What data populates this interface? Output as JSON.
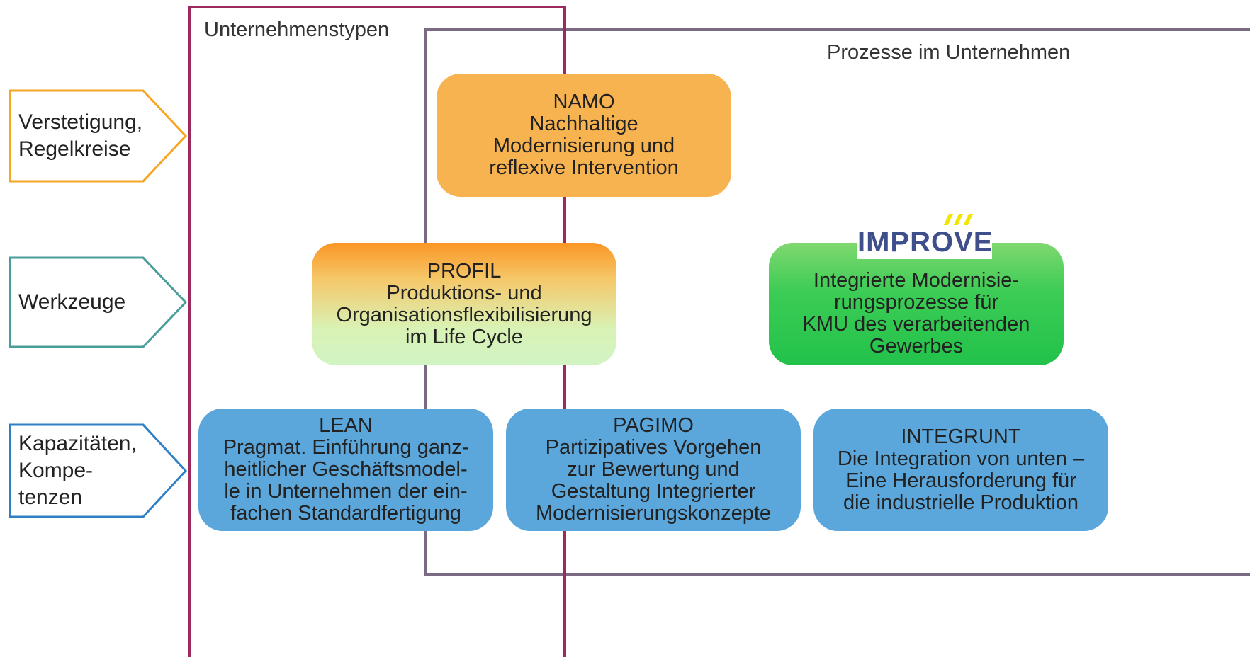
{
  "frames": {
    "types_label": "Unternehmenstypen",
    "process_label": "Prozesse im Unternehmen"
  },
  "levels": [
    {
      "lines": [
        "Verstetigung,",
        "Regelkreise"
      ],
      "color": "#f5a623"
    },
    {
      "lines": [
        "Werkzeuge"
      ],
      "color": "#4a9e9a"
    },
    {
      "lines": [
        "Kapazitäten,",
        "Kompe-",
        "tenzen"
      ],
      "color": "#2e7fc4"
    }
  ],
  "projects": {
    "namo": {
      "lines": [
        "NAMO",
        "Nachhaltige",
        "Modernisierung und",
        "reflexive Intervention"
      ]
    },
    "profil": {
      "lines": [
        "PROFIL",
        "Produktions- und",
        "Organisationsflexibilisierung",
        "im Life Cycle"
      ]
    },
    "improve": {
      "logo_text": "IMPROVE",
      "lines": [
        "Integrierte Modernisie-",
        "rungsprozesse für",
        "KMU des verarbeitenden",
        "Gewerbes"
      ]
    },
    "lean": {
      "lines": [
        "LEAN",
        "Pragmat. Einführung ganz-",
        "heitlicher Geschäftsmodel-",
        "le in Unternehmen der ein-",
        "fachen Standardfertigung"
      ]
    },
    "pagimo": {
      "lines": [
        "PAGIMO",
        "Partizipatives Vorgehen",
        "zur Bewertung und",
        "Gestaltung Integrierter",
        "Modernisierungskonzepte"
      ]
    },
    "integrunt": {
      "lines": [
        "INTEGRUNT",
        "Die Integration von unten –",
        "Eine Herausforderung für",
        "die industrielle Produktion"
      ]
    }
  },
  "colors": {
    "types_frame": "#9c2a5f",
    "process_frame": "#7a6a83",
    "namo": "#f8b351",
    "blue_boxes": "#5ba7dc",
    "improve_logo": "#3f4f8c",
    "improve_arrows": "#f2e600"
  }
}
